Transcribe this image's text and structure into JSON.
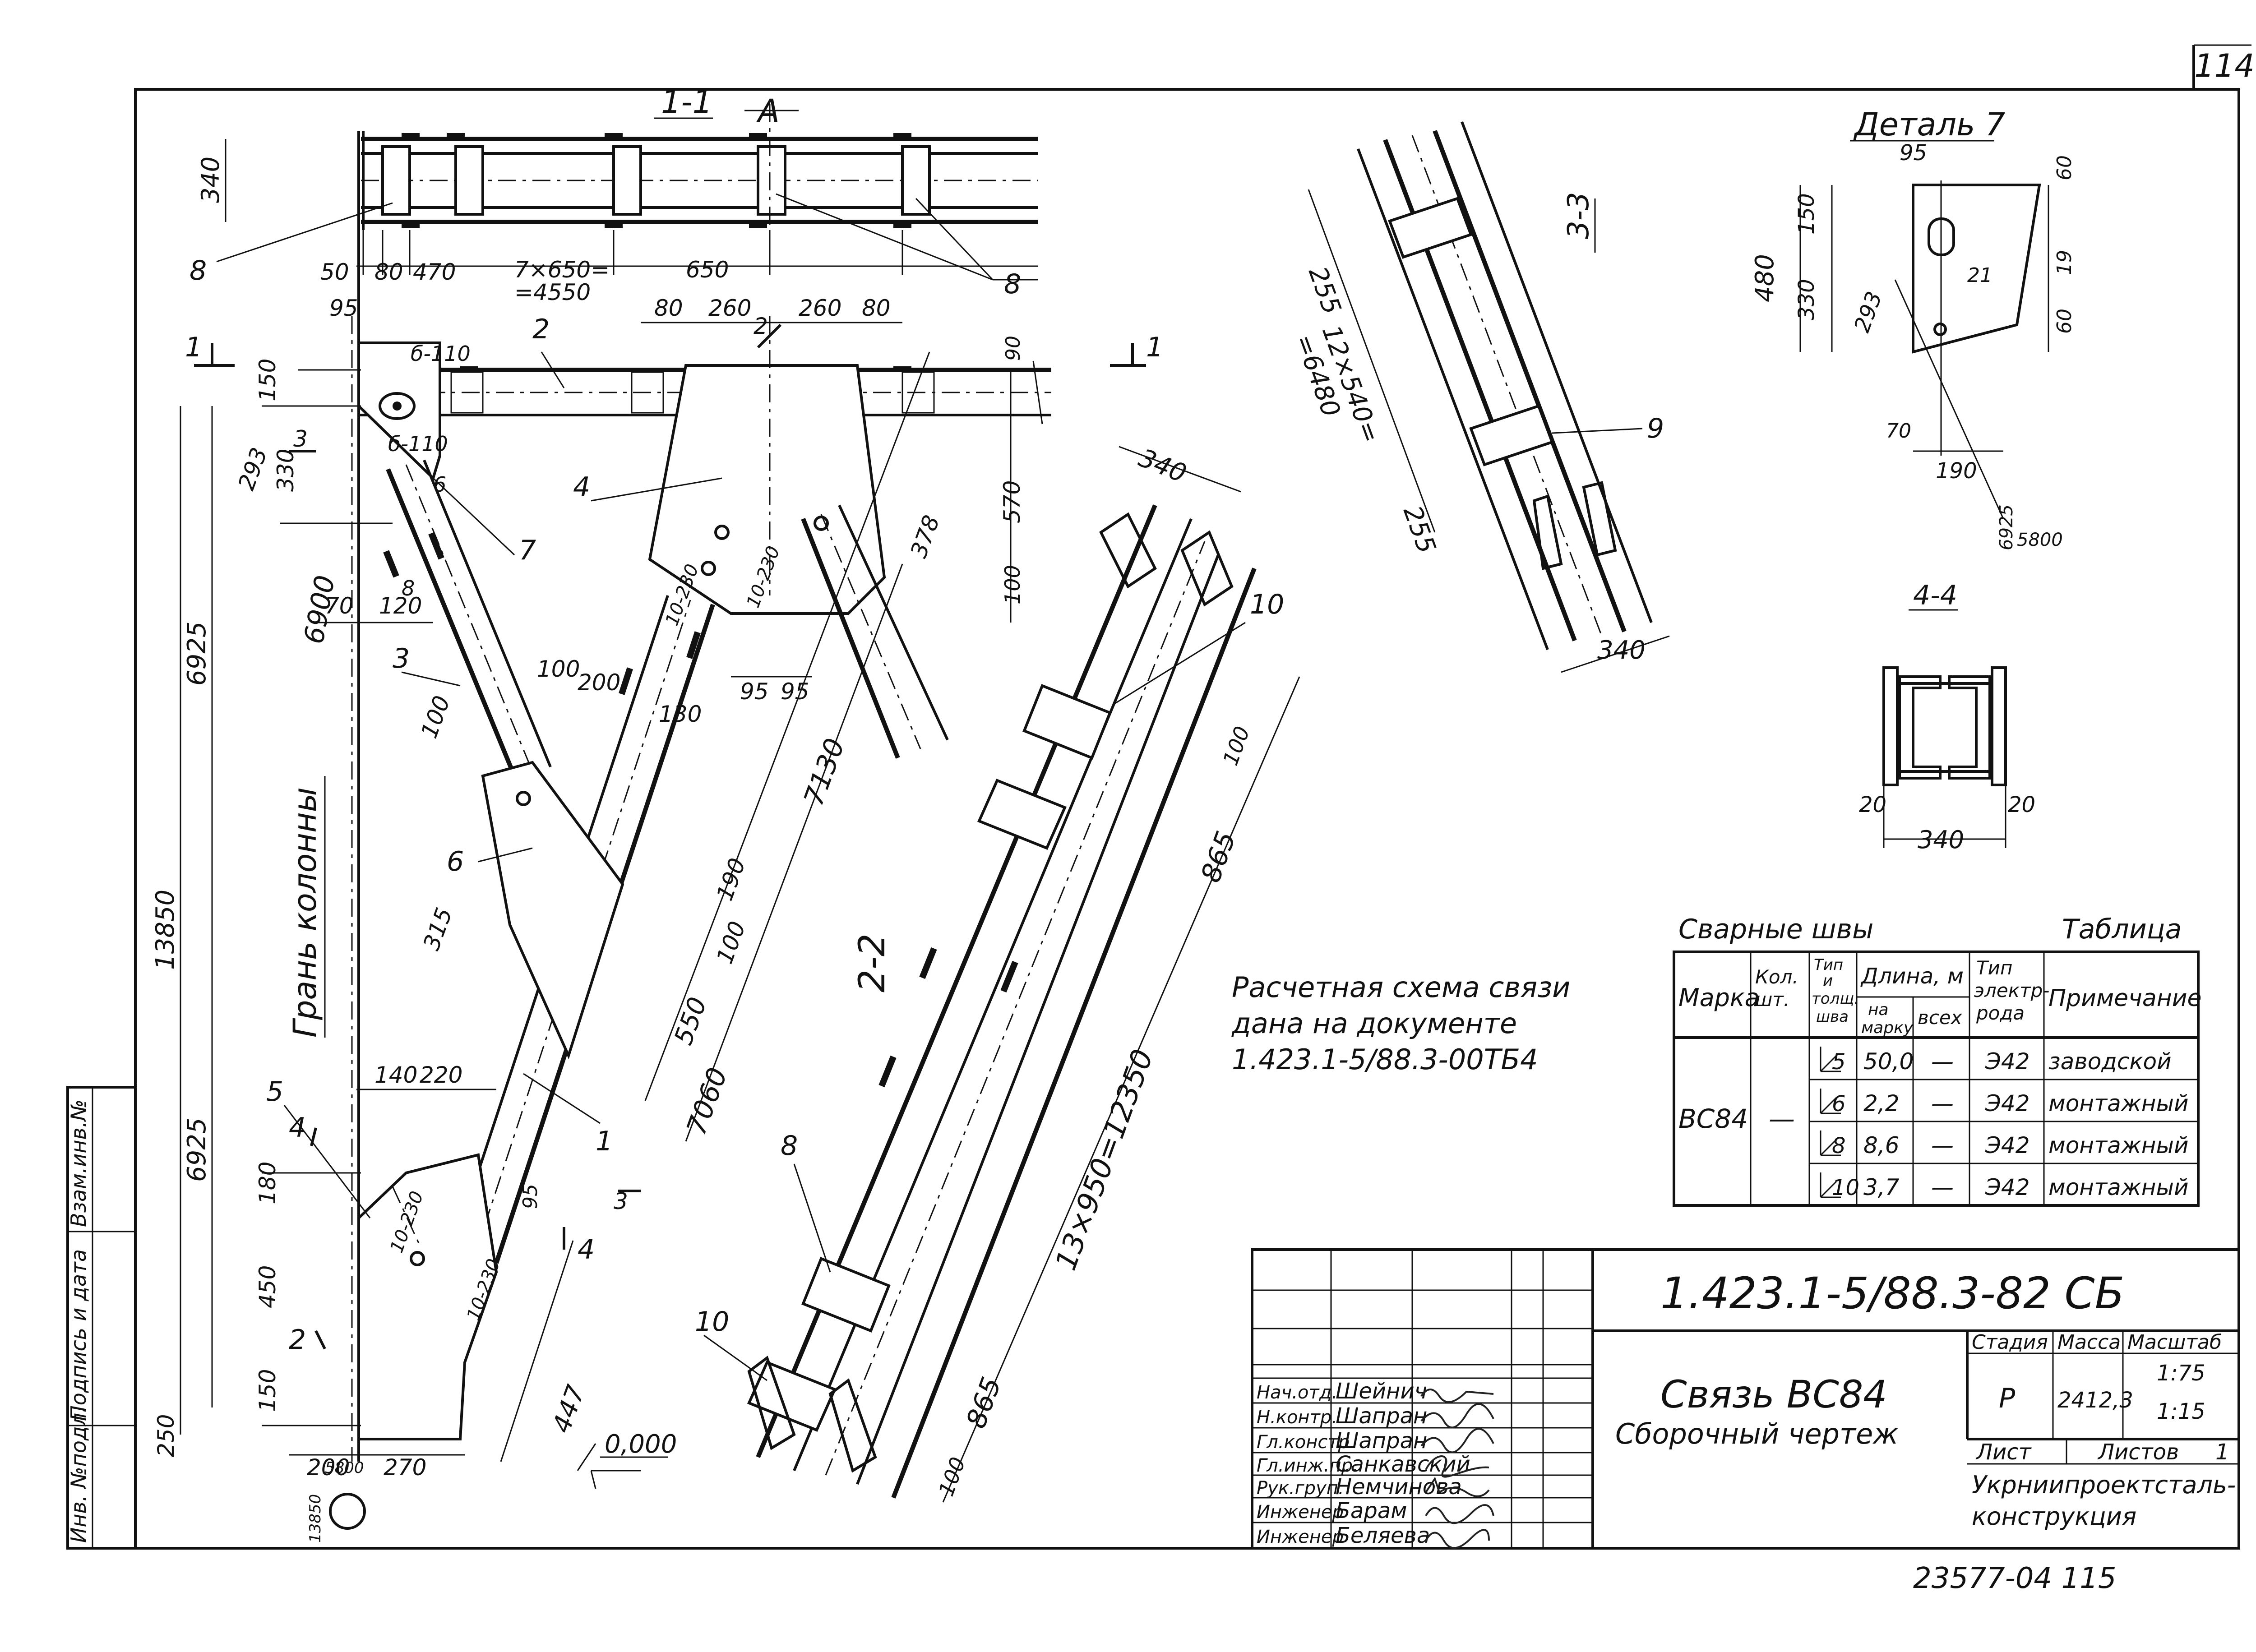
{
  "sheet_number": "114",
  "bottom_number": "23577-04   115",
  "side_strip": {
    "inv_original": "Инв. №подл.",
    "sign_date": "Подпись и дата",
    "replace_inv": "Взам.инв.№"
  },
  "sections": {
    "s11": "1-1",
    "axis_a": "A",
    "s22": "2-2",
    "s33": "3-3",
    "s44": "4-4",
    "detail7": "Деталь 7",
    "column_face": "Грань колонны"
  },
  "marks": {
    "m1": "1",
    "m2": "2",
    "m3": "3",
    "m4": "4",
    "m5": "5",
    "m6": "6",
    "m7": "7",
    "m8a": "8",
    "m8b": "8",
    "m8c": "8",
    "m9": "9",
    "m10a": "10",
    "m10b": "10",
    "cut1": "1",
    "cut1b": "1",
    "cut2": "2",
    "cut3": "3",
    "cut3b": "3",
    "cut4": "4",
    "cut4b": "4"
  },
  "dims": {
    "d340a": "340",
    "d50": "50",
    "d80": "80",
    "d470": "470",
    "d7x650": "7×650=",
    "d4550": "=4550",
    "d650": "650",
    "d95": "95",
    "d80b": "80",
    "d260a": "260",
    "d260b": "260",
    "d80c": "80",
    "d90": "90",
    "d150a": "150",
    "d6_110": "б-110",
    "d6_110b": "б-110",
    "d330": "330",
    "d293": "293",
    "d8": "8",
    "d6": "6",
    "d70": "70",
    "d120": "120",
    "d6925a": "6925",
    "d6900": "6900",
    "d13850": "13850",
    "d6925b": "6925",
    "d100a": "100",
    "d200": "200",
    "d130": "130",
    "d100b": "100",
    "d315": "315",
    "d190": "190",
    "d100c": "100",
    "d550": "550",
    "d7060": "7060",
    "d7130": "7130",
    "d570": "570",
    "d378": "378",
    "d100d": "100",
    "d95b": "95",
    "d95c": "95",
    "d10_230a": "10-230",
    "d10_230b": "10-230",
    "d10_230c": "10-230",
    "d10_230d": "10-230",
    "d140": "140",
    "d220": "220",
    "d180": "180",
    "d95d": "95",
    "d450": "450",
    "d150b": "150",
    "d250": "250",
    "d200b": "200",
    "d270": "270",
    "d447": "447",
    "d0": "0,000",
    "d340b": "340",
    "d100e": "100",
    "d865a": "865",
    "d13x950": "13×950=12350",
    "d865b": "865",
    "d100f": "100",
    "d255a": "255",
    "d12x540": "12×540=",
    "d6480": "=6480",
    "d255b": "255",
    "d340c": "340",
    "d95e": "95",
    "d60a": "60",
    "d150c": "150",
    "d480": "480",
    "d19": "19",
    "d21": "21",
    "d330b": "330",
    "d293b": "293",
    "d60b": "60",
    "d70b": "70",
    "d190b": "190",
    "d6925c": "6925",
    "d5800": "5800",
    "d20a": "20",
    "d20b": "20",
    "d340d": "340",
    "d13850b": "13850",
    "d5800b": "5800"
  },
  "note": [
    "Расчетная схема связи",
    "дана  на  документе",
    "1.423.1-5/88.3-00ТБ4"
  ],
  "weld_table": {
    "caption": "Сварные швы",
    "label": "Таблица",
    "headers": {
      "mark": "Марка",
      "qty": [
        "Кол.",
        "шт."
      ],
      "type": [
        "Тип",
        "и",
        "толщ.",
        "шва"
      ],
      "length": "Длина, м",
      "per_mark": [
        "на",
        "марку"
      ],
      "total": "всех",
      "electrode": [
        "Тип",
        "электр-",
        "рода"
      ],
      "note": "Примечание"
    },
    "mark": "ВС84",
    "qty": "—",
    "rows": [
      {
        "type": "5",
        "len": "50,0",
        "all": "—",
        "el": "Э42",
        "note": "заводской"
      },
      {
        "type": "6",
        "len": "2,2",
        "all": "—",
        "el": "Э42",
        "note": "монтажный"
      },
      {
        "type": "8",
        "len": "8,6",
        "all": "—",
        "el": "Э42",
        "note": "монтажный"
      },
      {
        "type": "10",
        "len": "3,7",
        "all": "—",
        "el": "Э42",
        "note": "монтажный"
      }
    ]
  },
  "title_block": {
    "doc_code": "1.423.1-5/88.3-82 СБ",
    "title": "Связь ВС84",
    "subtitle": "Сборочный чертеж",
    "stage_h": "Стадия",
    "mass_h": "Масса",
    "scale_h": "Масштаб",
    "stage": "Р",
    "mass": "2412,3",
    "scale1": "1:75",
    "scale2": "1:15",
    "sheet_h": "Лист",
    "sheets_h": "Листов",
    "sheets": "1",
    "org": [
      "Укрниипроектсталь-",
      "конструкция"
    ],
    "roles": [
      {
        "role": "Нач.отд.",
        "name": "Шейнич"
      },
      {
        "role": "Н.контр.",
        "name": "Шапран"
      },
      {
        "role": "Гл.констр.",
        "name": "Шапран"
      },
      {
        "role": "Гл.инж.пр.",
        "name": "Санкавский"
      },
      {
        "role": "Рук.груп.",
        "name": "Немчинова"
      },
      {
        "role": "Инженер",
        "name": "Барам"
      },
      {
        "role": "Инженер",
        "name": "Беляева"
      }
    ]
  }
}
